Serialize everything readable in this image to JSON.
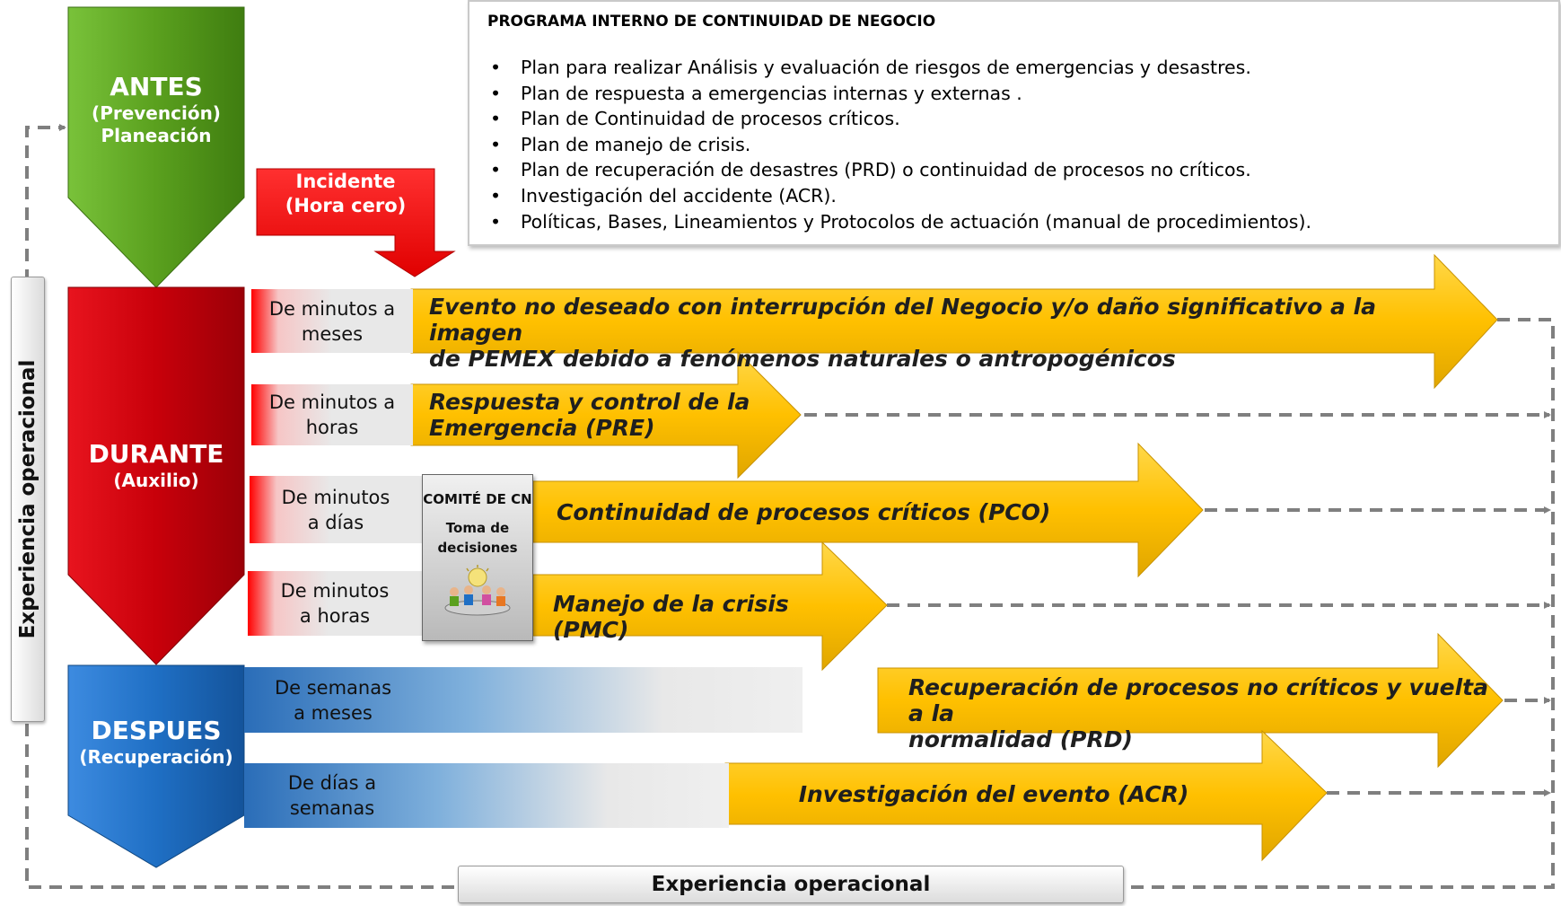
{
  "program": {
    "title": "PROGRAMA INTERNO DE CONTINUIDAD DE NEGOCIO",
    "items": [
      "Plan para realizar Análisis y evaluación de riesgos de emergencias y desastres.",
      "Plan de respuesta a emergencias internas y externas .",
      "Plan de Continuidad de procesos críticos.",
      "Plan de manejo de crisis.",
      "Plan de recuperación de desastres (PRD) o continuidad de procesos no críticos.",
      "Investigación del accidente (ACR).",
      "Políticas, Bases, Lineamientos y Protocolos de actuación (manual de procedimientos)."
    ]
  },
  "phases": {
    "antes": {
      "title": "ANTES",
      "line1": "(Prevención)",
      "line2": "Planeación",
      "color": "#5aa01e"
    },
    "durante": {
      "title": "DURANTE",
      "line1": "(Auxilio)",
      "color": "#c8000a"
    },
    "despues": {
      "title": "DESPUES",
      "line1": "(Recuperación)",
      "color": "#1f6fc4"
    }
  },
  "incident": {
    "line1": "Incidente",
    "line2": "(Hora cero)",
    "color": "#ff0000"
  },
  "bands": [
    {
      "line1": "De minutos a",
      "line2": "meses"
    },
    {
      "line1": "De minutos a",
      "line2": "horas"
    },
    {
      "line1": "De minutos",
      "line2": "a días"
    },
    {
      "line1": "De minutos",
      "line2": "a horas"
    },
    {
      "line1": "De semanas",
      "line2": "a meses"
    },
    {
      "line1": "De días a",
      "line2": "semanas"
    }
  ],
  "arrows": {
    "evento": {
      "line1": "Evento no deseado con interrupción del Negocio y/o daño significativo a la imagen",
      "line2": "de PEMEX debido a fenómenos naturales o antropogénicos"
    },
    "pre": {
      "line1": "Respuesta y control de la",
      "line2": "Emergencia (PRE)"
    },
    "pco": {
      "line1": "Continuidad de procesos críticos (PCO)"
    },
    "pmc": {
      "line1": "Manejo de la crisis (PMC)"
    },
    "prd": {
      "line1": "Recuperación de procesos no críticos y vuelta a la",
      "line2": "normalidad (PRD)"
    },
    "acr": {
      "line1": "Investigación del evento (ACR)"
    },
    "color": "#ffc000"
  },
  "committee": {
    "title": "COMITÉ DE CN",
    "line1": "Toma de",
    "line2": "decisiones"
  },
  "experience": {
    "bottom": "Experiencia operacional",
    "side": "Experiencia operacional"
  }
}
